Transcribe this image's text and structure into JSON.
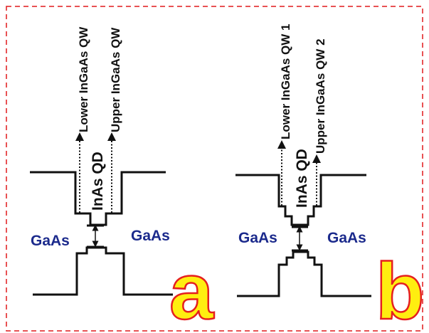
{
  "colors": {
    "frame_dash": "#e0181c",
    "line": "#111111",
    "text_blue": "#1b2a8c",
    "panel_letter_fill": "#ffee10",
    "panel_letter_stroke": "#e51f1f"
  },
  "panel_a": {
    "label_left": "GaAs",
    "label_right": "GaAs",
    "dot_label": "InAs QD",
    "arrow_left": "Lower InGaAs QW",
    "arrow_right": "Upper InGaAs QW",
    "letter": "a"
  },
  "panel_b": {
    "label_left": "GaAs",
    "label_right": "GaAs",
    "dot_label": "InAs QD",
    "arrow_left": "Lower InGaAs QW 1",
    "arrow_right": "Upper InGaAs QW 2",
    "letter": "b"
  }
}
